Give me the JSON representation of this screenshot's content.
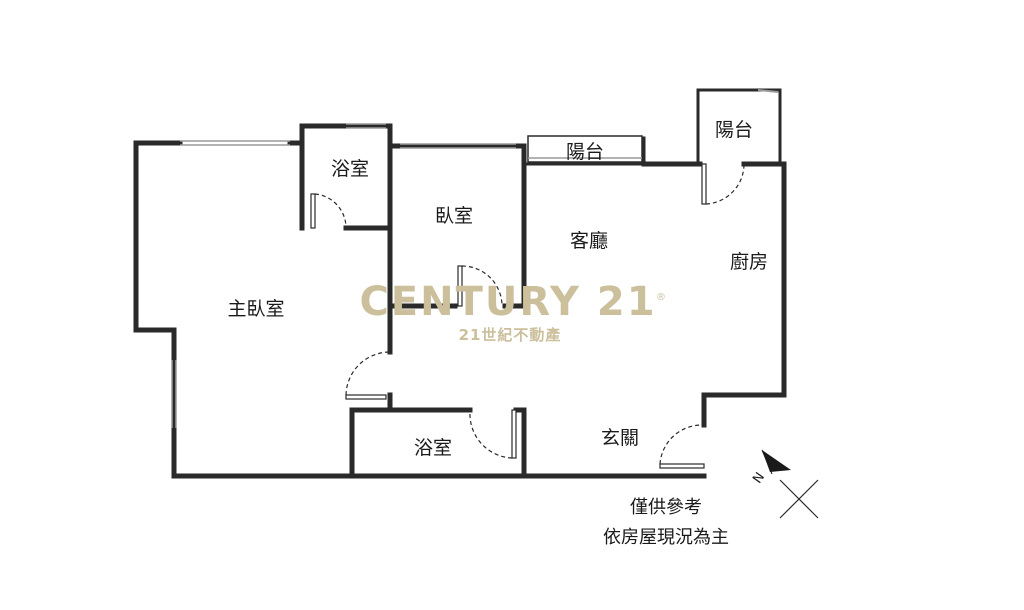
{
  "rooms": {
    "master_bedroom": "主臥室",
    "bath_top": "浴室",
    "bedroom": "臥室",
    "balcony_small": "陽台",
    "balcony_right": "陽台",
    "living_room": "客廳",
    "kitchen": "廚房",
    "bath_bottom": "浴室",
    "entrance": "玄關"
  },
  "watermark": {
    "brand": "CENTURY 21",
    "reg": "®",
    "subtitle": "21世紀不動產",
    "color": "#cbbf9c"
  },
  "compass": {
    "north_label": "N"
  },
  "disclaimer": {
    "line1": "僅供參考",
    "line2": "依房屋現況為主"
  },
  "colors": {
    "wall": "#2a2a2a",
    "window": "#9a9a9a",
    "text": "#1a1a1a"
  }
}
